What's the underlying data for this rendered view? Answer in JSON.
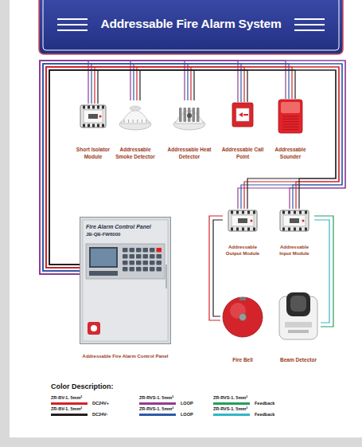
{
  "diagram": {
    "title": "Addressable Fire Alarm System",
    "nodes": [
      {
        "text": [
          "Short Isolator Module"
        ]
      },
      {
        "text": [
          "Addressable Smoke Detector"
        ]
      },
      {
        "text": [
          "Addressable Heat Detector"
        ]
      },
      {
        "text": [
          "Addressable Call Point"
        ]
      },
      {
        "text": [
          "Addressable Sounder"
        ]
      },
      {
        "text": [
          "Fire Alarm Control Panel",
          "JB-QB-FW6000",
          "Addressable Fire Alarm Control Panel"
        ]
      },
      {
        "text": [
          "Addressable Output Module"
        ]
      },
      {
        "text": [
          "Addressable Input Module"
        ]
      },
      {
        "text": [
          "Fire Bell"
        ]
      },
      {
        "text": [
          "Beam Detector"
        ]
      }
    ],
    "edges": [
      {
        "from": 5,
        "to": 0,
        "arrow": "none"
      },
      {
        "from": 5,
        "to": 1,
        "arrow": "none"
      },
      {
        "from": 5,
        "to": 2,
        "arrow": "none"
      },
      {
        "from": 5,
        "to": 3,
        "arrow": "none"
      },
      {
        "from": 5,
        "to": 4,
        "arrow": "none"
      },
      {
        "from": 5,
        "to": 6,
        "arrow": "none"
      },
      {
        "from": 5,
        "to": 7,
        "arrow": "none"
      },
      {
        "from": 6,
        "to": 8,
        "arrow": "none"
      },
      {
        "from": 7,
        "to": 9,
        "arrow": "none"
      }
    ],
    "labels": [
      "Color Description:",
      "ZR-BV-1. 5mm²",
      "ZR-BV-1. 5mm²",
      "ZR-RVS-1. 5mm²",
      "ZR-RVS-1. 5mm²",
      "ZR-RVS-1. 5mm²",
      "ZR-RVS-1. 5mm²"
    ],
    "legend": [
      {
        "text": "DC24V+",
        "color": "#d2232a"
      },
      {
        "text": "DC24V-",
        "color": "#231f20"
      },
      {
        "text": "LOOP",
        "color": "#8e3d96"
      },
      {
        "text": "LOOP",
        "color": "#2e5aa8"
      },
      {
        "text": "Feedback",
        "color": "#20a05a"
      },
      {
        "text": "Feedback",
        "color": "#33b5c8"
      }
    ]
  }
}
